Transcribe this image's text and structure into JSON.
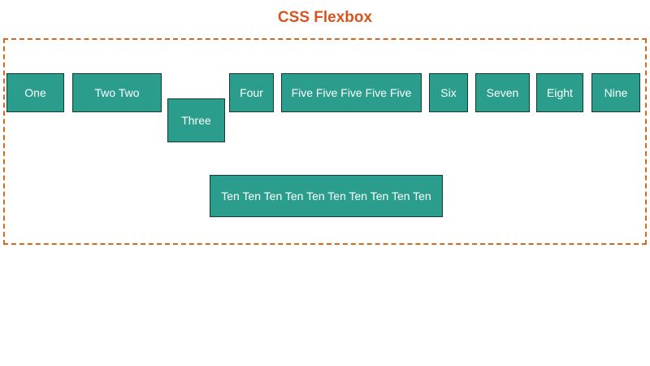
{
  "title": "CSS Flexbox",
  "colors": {
    "title": "#d9531e",
    "container_border": "#d2691e",
    "box_fill": "#2a9d8c",
    "box_border": "#123c35",
    "box_text": "#ffffff"
  },
  "boxes": [
    {
      "label": "One"
    },
    {
      "label": "Two Two"
    },
    {
      "label": "Three"
    },
    {
      "label": "Four"
    },
    {
      "label": "Five Five Five Five Five"
    },
    {
      "label": "Six"
    },
    {
      "label": "Seven"
    },
    {
      "label": "Eight"
    },
    {
      "label": "Nine"
    },
    {
      "label": "Ten Ten Ten Ten Ten Ten Ten Ten Ten Ten"
    }
  ]
}
